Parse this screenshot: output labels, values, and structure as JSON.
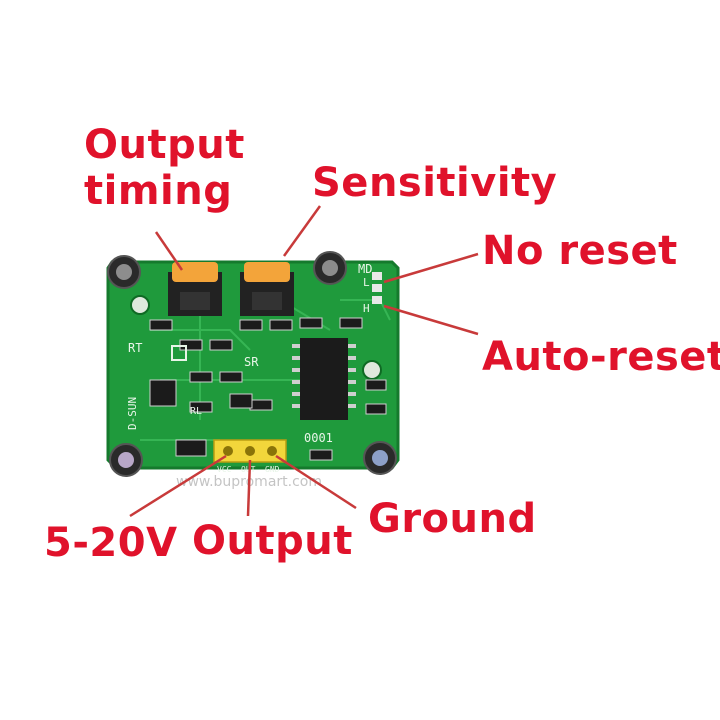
{
  "labels": {
    "output_timing": "Output\ntiming",
    "sensitivity": "Sensitivity",
    "no_reset": "No reset",
    "auto_reset": "Auto-reset",
    "voltage": "5-20V",
    "output": "Output",
    "ground": "Ground"
  },
  "silkscreen": {
    "md": "MD",
    "l": "L",
    "h": "H",
    "rt": "RT",
    "sr": "SR",
    "rl": "RL",
    "brand": "D-SUN",
    "code": "0001",
    "vcc": "VCC",
    "out": "OUT",
    "gnd": "GND",
    "watermark": "www.bupromart.com"
  },
  "colors": {
    "label": "#e0122b",
    "board": "#1f9a3c",
    "pin_header": "#f2d63b",
    "pot": "#f3a43a"
  },
  "icons": [
    "potentiometer-icon",
    "capacitor-icon",
    "ic-chip-icon",
    "pin-header-icon",
    "jumper-icon"
  ]
}
